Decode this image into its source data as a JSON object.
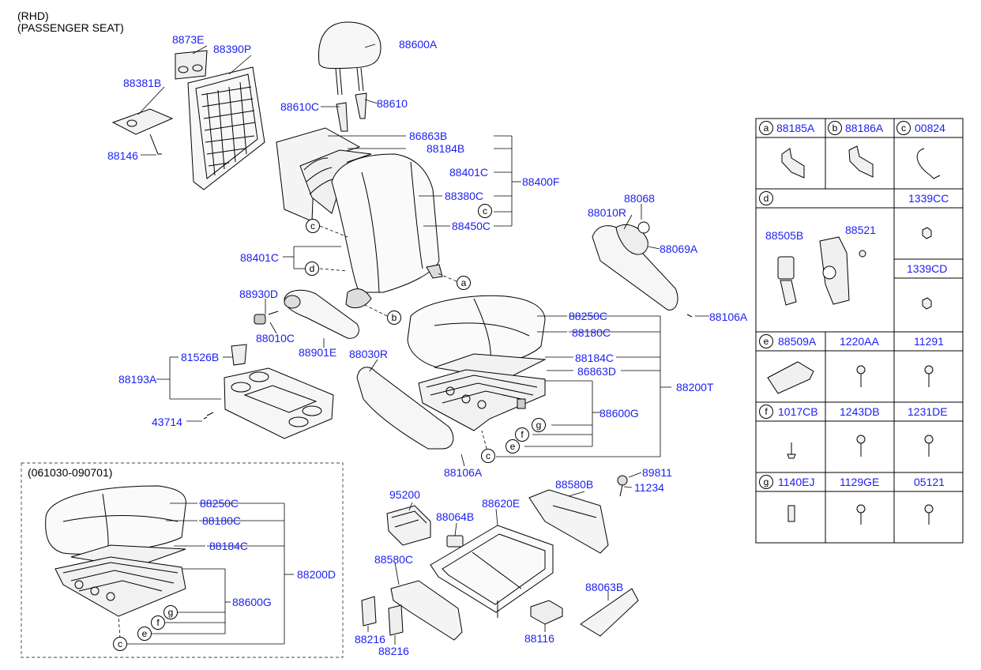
{
  "header": {
    "line1": "(RHD)",
    "line2": "(PASSENGER SEAT)"
  },
  "inset": {
    "title": "(061030-090701)"
  },
  "parts": {
    "p8873E": "8873E",
    "p88390P": "88390P",
    "p88381B": "88381B",
    "p88146": "88146",
    "p88600A": "88600A",
    "p88610C": "88610C",
    "p88610": "88610",
    "p86863B": "86863B",
    "p88184B": "88184B",
    "p88401C_top": "88401C",
    "p88400F": "88400F",
    "p88380C": "88380C",
    "p88450C": "88450C",
    "p88401C_left": "88401C",
    "p88930D": "88930D",
    "p88010C": "88010C",
    "p88901E": "88901E",
    "p81526B": "81526B",
    "p88193A": "88193A",
    "p43714": "43714",
    "p88030R": "88030R",
    "p88068": "88068",
    "p88010R": "88010R",
    "p88069A": "88069A",
    "p88106A_r": "88106A",
    "p88250C": "88250C",
    "p88180C": "88180C",
    "p88184C": "88184C",
    "p86863D": "86863D",
    "p88200T": "88200T",
    "p88600G": "88600G",
    "p88106A_b": "88106A",
    "p89811": "89811",
    "p11234": "11234",
    "p88580B": "88580B",
    "p95200": "95200",
    "p88620E": "88620E",
    "p88064B": "88064B",
    "p88580C": "88580C",
    "p88063B": "88063B",
    "p88116": "88116",
    "p88216_a": "88216",
    "p88216_b": "88216",
    "i88250C": "88250C",
    "i88180C": "88180C",
    "i88184C": "88184C",
    "i88200D": "88200D",
    "i88600G": "88600G"
  },
  "callouts": {
    "a": "a",
    "b": "b",
    "c": "c",
    "d": "d",
    "e": "e",
    "f": "f",
    "g": "g"
  },
  "legend": {
    "r1": [
      {
        "letter": "a",
        "code": "88185A"
      },
      {
        "letter": "b",
        "code": "88186A"
      },
      {
        "letter": "c",
        "code": "00824"
      }
    ],
    "r2": {
      "letter": "d",
      "code_right": "1339CC",
      "code_a": "88505B",
      "code_b": "88521",
      "code_c": "1339CD"
    },
    "r3": [
      {
        "letter": "e",
        "code": "88509A"
      },
      {
        "letter": "",
        "code": "1220AA"
      },
      {
        "letter": "",
        "code": "11291"
      }
    ],
    "r4": [
      {
        "letter": "f",
        "code": "1017CB"
      },
      {
        "letter": "",
        "code": "1243DB"
      },
      {
        "letter": "",
        "code": "1231DE"
      }
    ],
    "r5": [
      {
        "letter": "g",
        "code": "1140EJ"
      },
      {
        "letter": "",
        "code": "1129GE"
      },
      {
        "letter": "",
        "code": "05121"
      }
    ]
  }
}
